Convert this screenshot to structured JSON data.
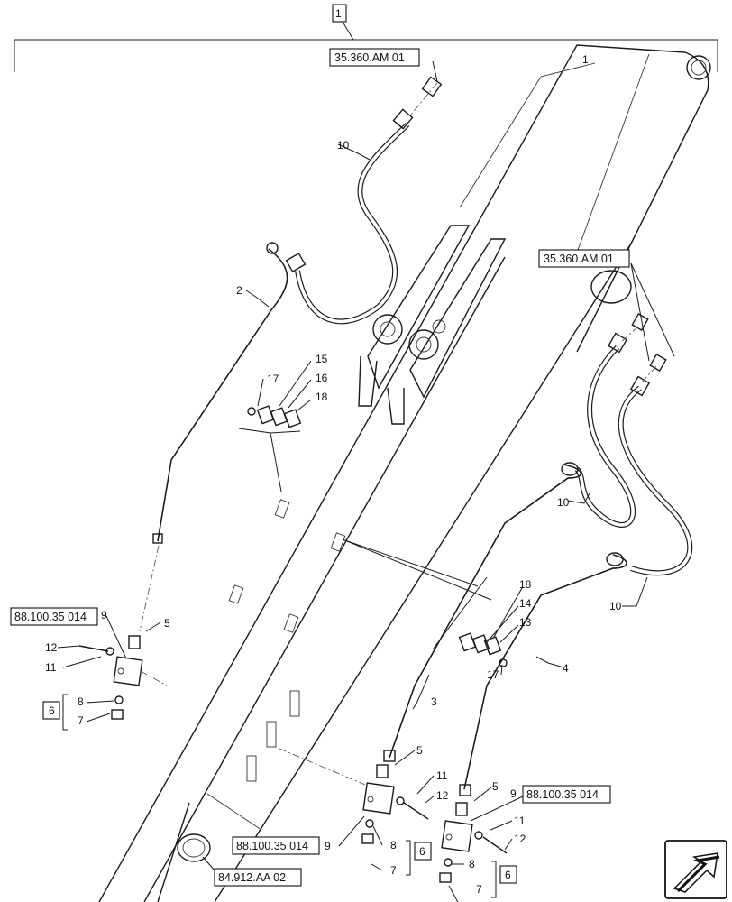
{
  "assembly": {
    "number": "1"
  },
  "references": {
    "top": "35.360.AM 01",
    "right": "35.360.AM 01",
    "block_left": "88.100.35 014",
    "block_center": "88.100.35 014",
    "block_right": "88.100.35 014",
    "boom_pin": "84.912.AA 02"
  },
  "groups": {
    "left": "6",
    "center": "6",
    "right": "6"
  },
  "callouts": {
    "boom_mark": "1",
    "n2": "2",
    "n3": "3",
    "n4": "4",
    "n5a": "5",
    "n5b": "5",
    "n5c": "5",
    "n7a": "7",
    "n7b": "7",
    "n7c": "7",
    "n8a": "8",
    "n8b": "8",
    "n8c": "8",
    "n9a": "9",
    "n9b": "9",
    "n9c": "9",
    "n10a": "10",
    "n10b": "10",
    "n10c": "10",
    "n11a": "11",
    "n11b": "11",
    "n11c": "11",
    "n12a": "12",
    "n12b": "12",
    "n12c": "12",
    "n13": "13",
    "n14": "14",
    "n15": "15",
    "n16": "16",
    "n17a": "17",
    "n17b": "17",
    "n18a": "18",
    "n18b": "18"
  },
  "icons": {
    "corner": "arrow-icon"
  }
}
